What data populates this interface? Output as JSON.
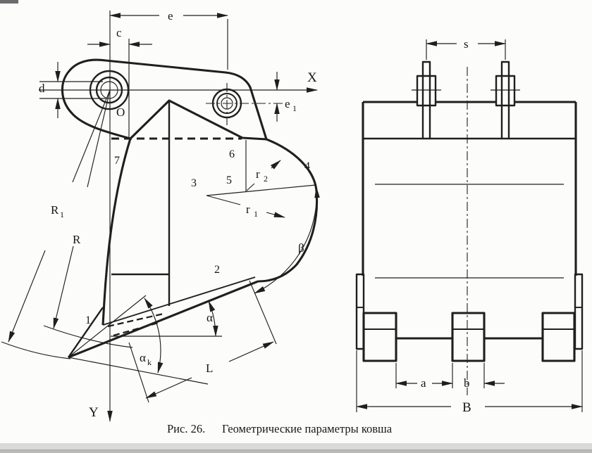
{
  "caption": {
    "figure": "Рис. 26.",
    "title": "Геометрические параметры ковша"
  },
  "side_view": {
    "axes": {
      "x": "X",
      "y": "Y",
      "origin": "O"
    },
    "dims": {
      "e": "e",
      "c": "c",
      "d": "d",
      "e1": {
        "base": "e",
        "sub": "1"
      },
      "L": "L"
    },
    "radii": {
      "R": "R",
      "R1": {
        "base": "R",
        "sub": "1"
      },
      "r1": {
        "base": "r",
        "sub": "1"
      },
      "r2": {
        "base": "r",
        "sub": "2"
      }
    },
    "angles": {
      "alpha": "α",
      "alpha_k": {
        "base": "α",
        "sub": "k"
      },
      "beta": "β"
    },
    "points": {
      "p1": "1",
      "p2": "2",
      "p3": "3",
      "p4": "4",
      "p5": "5",
      "p6": "6",
      "p7": "7"
    }
  },
  "front_view": {
    "dims": {
      "s": "s",
      "a": "a",
      "b": "b",
      "B": "B"
    }
  }
}
